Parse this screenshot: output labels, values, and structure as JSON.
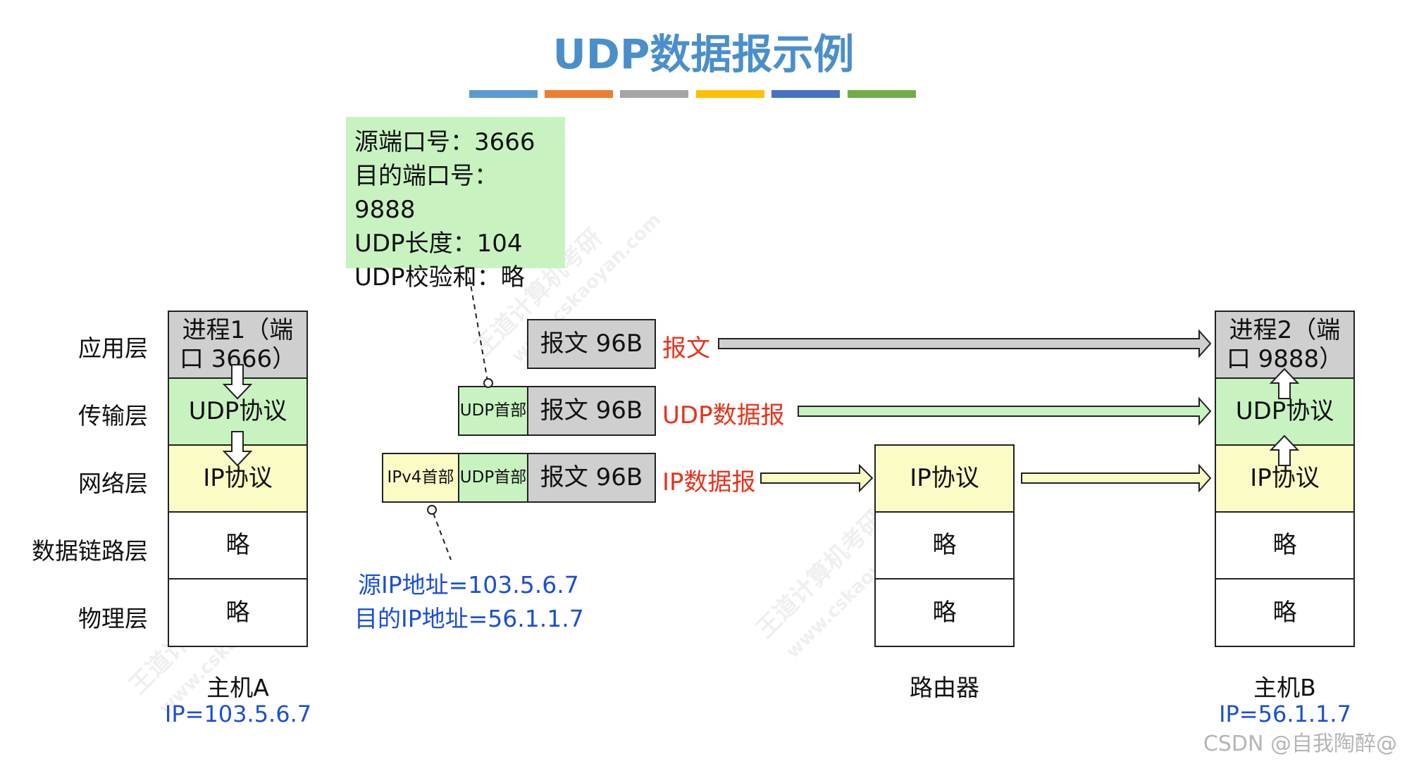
{
  "title": "UDP数据报示例",
  "accent_colors": [
    "#5b9bd5",
    "#ed7d31",
    "#a5a5a5",
    "#ffc000",
    "#4472c4",
    "#70ad47"
  ],
  "layer_labels": [
    "应用层",
    "传输层",
    "网络层",
    "数据链路层",
    "物理层"
  ],
  "host_a": {
    "app": "进程1（端口 3666）",
    "transport": "UDP协议",
    "network": "IP协议",
    "datalink": "略",
    "physical": "略",
    "name": "主机A",
    "ip": "IP=103.5.6.7"
  },
  "router": {
    "network": "IP协议",
    "datalink": "略",
    "physical": "略",
    "name": "路由器"
  },
  "host_b": {
    "app": "进程2（端口 9888）",
    "transport": "UDP协议",
    "network": "IP协议",
    "datalink": "略",
    "physical": "略",
    "name": "主机B",
    "ip": "IP=56.1.1.7"
  },
  "udp_header_info": {
    "src_port": "源端口号：3666",
    "dst_port": "目的端口号：9888",
    "length": "UDP长度：104",
    "checksum": "UDP校验和：略"
  },
  "packets": {
    "message_payload": "报文 96B",
    "udp_header": "UDP首部",
    "ipv4_header": "IPv4首部",
    "label_message": "报文",
    "label_udp": "UDP数据报",
    "label_ip": "IP数据报"
  },
  "ip_header_info": {
    "src_ip": "源IP地址=103.5.6.7",
    "dst_ip": "目的IP地址=56.1.1.7"
  },
  "watermark": {
    "brand": "王道计算机考研",
    "url": "www.cskaoyan.com"
  },
  "credit": "CSDN @自我陶醉@"
}
